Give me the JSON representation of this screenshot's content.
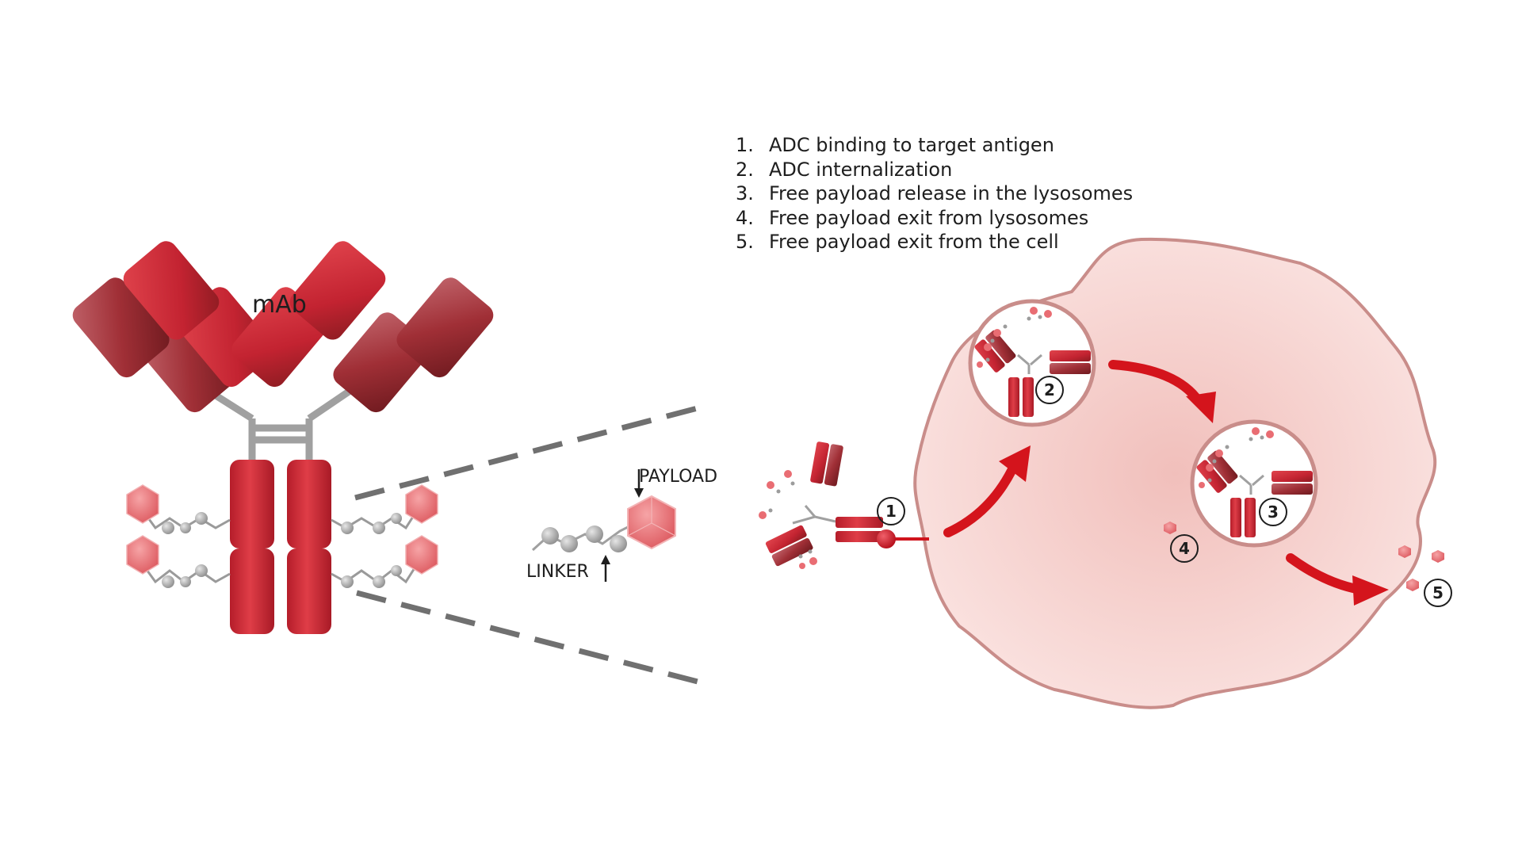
{
  "steps": [
    {
      "num": "1.",
      "text": "ADC binding to target antigen"
    },
    {
      "num": "2.",
      "text": "ADC internalization"
    },
    {
      "num": "3.",
      "text": "Free payload release in the lysosomes"
    },
    {
      "num": "4.",
      "text": "Free payload exit from lysosomes"
    },
    {
      "num": "5.",
      "text": "Free payload exit from the cell"
    }
  ],
  "labels": {
    "mab": "mAb",
    "payload": "PAYLOAD",
    "linker": "LINKER"
  },
  "markers": [
    "1",
    "2",
    "3",
    "4",
    "5"
  ],
  "colors": {
    "antibody_red": "#c8202e",
    "antibody_dark": "#8a1e22",
    "payload_pink": "#e86a6e",
    "linker_gray": "#a8a8a8",
    "cell_pink": "#f6d3d0",
    "cell_border": "#cc8e8b",
    "arrow_red": "#d4141c"
  }
}
